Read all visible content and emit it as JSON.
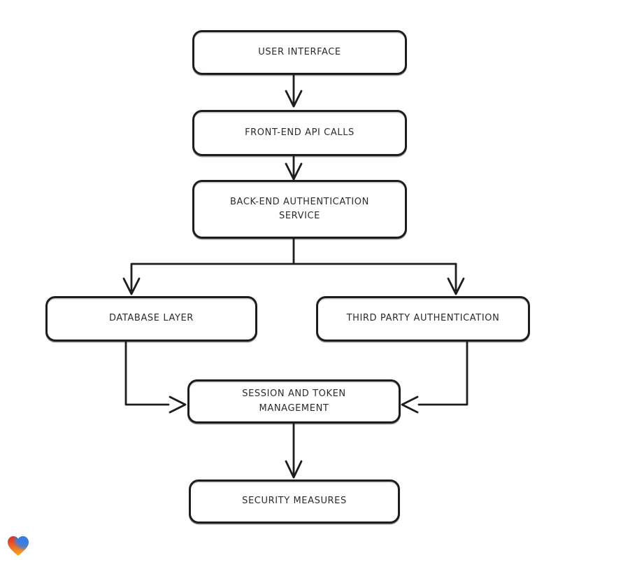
{
  "diagram": {
    "nodes": [
      {
        "id": "user-interface",
        "label": "USER INTERFACE"
      },
      {
        "id": "front-end-api-calls",
        "label": "FRONT-END API CALLS"
      },
      {
        "id": "back-end-authentication-service",
        "label": "BACK-END AUTHENTICATION\nSERVICE"
      },
      {
        "id": "database-layer",
        "label": "DATABASE LAYER"
      },
      {
        "id": "third-party-authentication",
        "label": "THIRD PARTY AUTHENTICATION"
      },
      {
        "id": "session-and-token-management",
        "label": "SESSION AND TOKEN\nMANAGEMENT"
      },
      {
        "id": "security-measures",
        "label": "SECURITY MEASURES"
      }
    ],
    "edges": [
      {
        "from": "user-interface",
        "to": "front-end-api-calls"
      },
      {
        "from": "front-end-api-calls",
        "to": "back-end-authentication-service"
      },
      {
        "from": "back-end-authentication-service",
        "to": "database-layer"
      },
      {
        "from": "back-end-authentication-service",
        "to": "third-party-authentication"
      },
      {
        "from": "database-layer",
        "to": "session-and-token-management"
      },
      {
        "from": "third-party-authentication",
        "to": "session-and-token-management"
      },
      {
        "from": "session-and-token-management",
        "to": "security-measures"
      }
    ],
    "colors": {
      "stroke": "#1d1d1d",
      "node_fill": "#ffffff",
      "background": "#ffffff"
    }
  },
  "watermark": {
    "icon": "heart-logo",
    "colors": {
      "red": "#e3242b",
      "blue": "#2f80ed",
      "teal": "#21a38a",
      "orange": "#f6a21e"
    }
  }
}
